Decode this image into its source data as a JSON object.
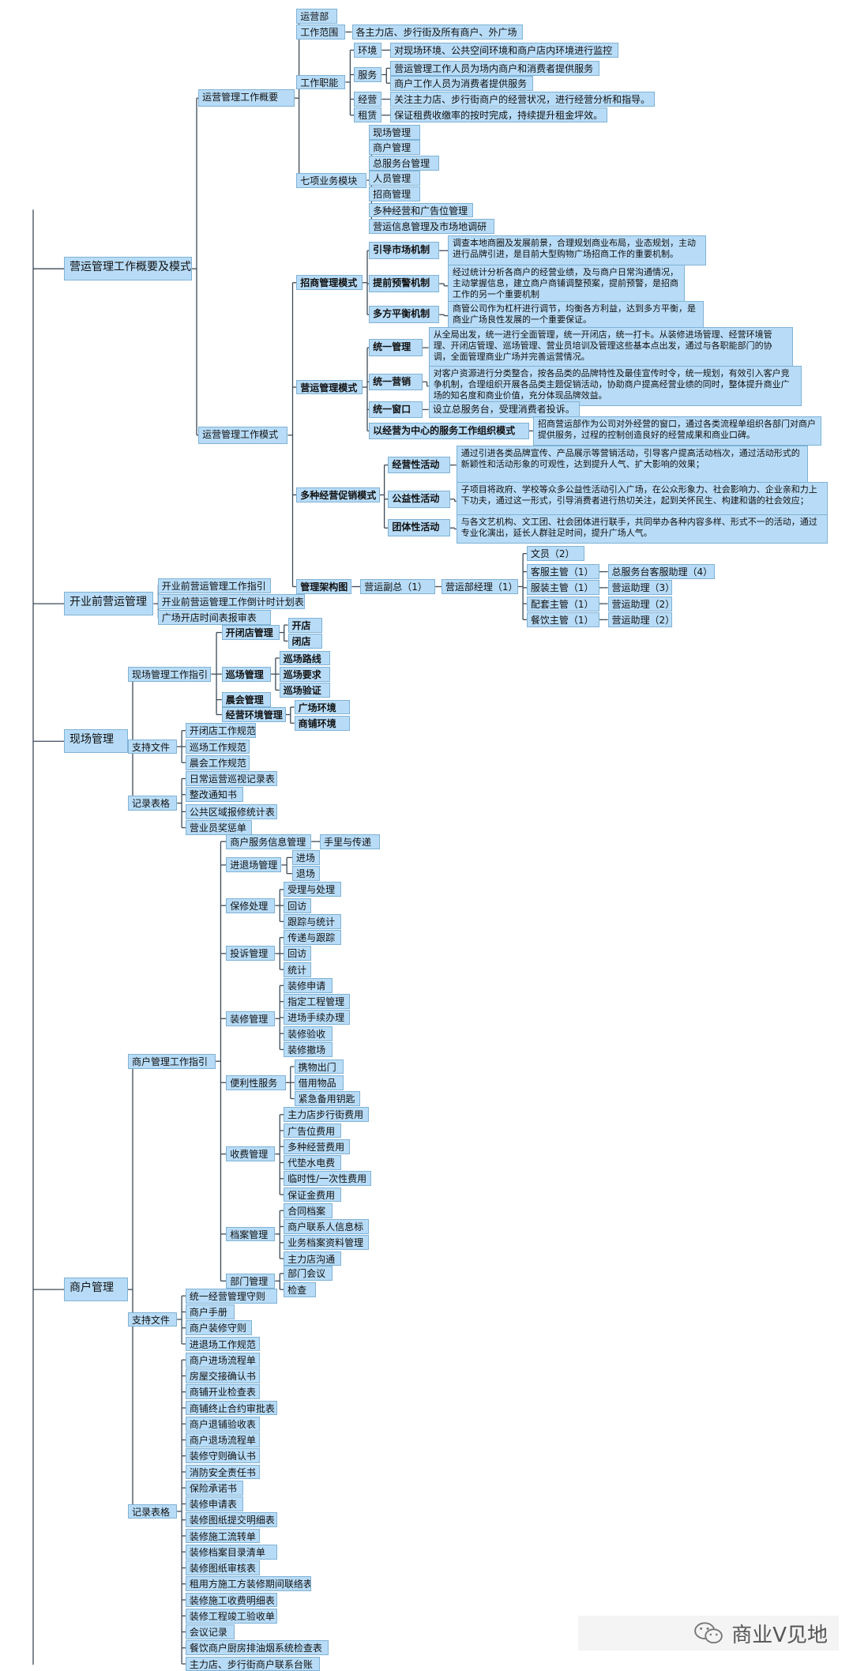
{
  "nodes": [
    {
      "id": "r1",
      "text": "营运管理工作概要及模式",
      "root": true
    },
    {
      "id": "r2",
      "text": "开业前营运管理",
      "root": true
    },
    {
      "id": "r3",
      "text": "现场管理",
      "root": true
    },
    {
      "id": "r4",
      "text": "商户管理",
      "root": true
    },
    {
      "id": "a",
      "text": "运营管理工作概要"
    },
    {
      "id": "a1",
      "text": "运营部"
    },
    {
      "id": "a2",
      "text": "工作范围"
    },
    {
      "id": "a2a",
      "text": "各主力店、步行街及所有商户、外广场"
    },
    {
      "id": "a3",
      "text": "工作职能"
    },
    {
      "id": "a3a",
      "text": "环境"
    },
    {
      "id": "a3a1",
      "text": "对现场环境、公共空间环境和商户店内环境进行监控"
    },
    {
      "id": "a3b",
      "text": "服务"
    },
    {
      "id": "a3b1",
      "text": "营运管理工作人员为场内商户和消费者提供服务"
    },
    {
      "id": "a3b2",
      "text": "商户工作人员为消费者提供服务"
    },
    {
      "id": "a3c",
      "text": "经营"
    },
    {
      "id": "a3c1",
      "text": "关注主力店、步行街商户的经营状况，进行经营分析和指导。"
    },
    {
      "id": "a3d",
      "text": "租赁"
    },
    {
      "id": "a3d1",
      "text": "保证租费收缴率的按时完成，持续提升租金坪效。"
    },
    {
      "id": "a4",
      "text": "七项业务模块"
    },
    {
      "id": "a4a",
      "text": "现场管理"
    },
    {
      "id": "a4b",
      "text": "商户管理"
    },
    {
      "id": "a4c",
      "text": "总服务台管理"
    },
    {
      "id": "a4d",
      "text": "人员管理"
    },
    {
      "id": "a4e",
      "text": "招商管理"
    },
    {
      "id": "a4f",
      "text": "多种经营和广告位管理"
    },
    {
      "id": "a4g",
      "text": "营运信息管理及市场地调研"
    },
    {
      "id": "b",
      "text": "运营管理工作模式"
    },
    {
      "id": "b1",
      "text": "招商管理模式",
      "bold": true
    },
    {
      "id": "b1a",
      "text": "引导市场机制",
      "bold": true
    },
    {
      "id": "b1a1",
      "text": "调查本地商圈及发展前景，合理规划商业布局，业态规划，主动进行品牌引进，是目前大型购物广场招商工作的重要机制。",
      "desc": true
    },
    {
      "id": "b1b",
      "text": "提前预警机制",
      "bold": true
    },
    {
      "id": "b1b1",
      "text": "经过统计分析各商户的经营业绩，及与商户日常沟通情况，主动掌握信息，建立商户商铺调整预案，提前预警，是招商工作的另一个重要机制",
      "desc": true
    },
    {
      "id": "b1c",
      "text": "多方平衡机制",
      "bold": true
    },
    {
      "id": "b1c1",
      "text": "商管公司作为杠杆进行调节，均衡各方利益，达到多方平衡，是商业广场良性发展的一个重要保证。",
      "desc": true
    },
    {
      "id": "b2",
      "text": "营运管理模式",
      "bold": true
    },
    {
      "id": "b2a",
      "text": "统一管理",
      "bold": true
    },
    {
      "id": "b2a1",
      "text": "从全局出发，统一进行全面管理，统一开闭店，统一打卡。从装修进场管理、经营环境管理、开闭店管理、巡场管理、营业员培训及管理这些基本点出发，通过与各职能部门的协调，全面管理商业广场并完善运营情况。",
      "desc": true
    },
    {
      "id": "b2b",
      "text": "统一营销",
      "bold": true
    },
    {
      "id": "b2b1",
      "text": "对客户资源进行分类整合，按各品类的品牌特性及最佳宣传时令，统一规划，有效引入客户竞争机制，合理组织开展各品类主题促销活动，协助商户提高经营业绩的同时，整体提升商业广场的知名度和商业价值，充分体现品牌效益。",
      "desc": true
    },
    {
      "id": "b2c",
      "text": "统一窗口",
      "bold": true
    },
    {
      "id": "b2c1",
      "text": "设立总服务台，受理消费者投诉。"
    },
    {
      "id": "b2d",
      "text": "以经营为中心的服务工作组织模式",
      "bold": true
    },
    {
      "id": "b2d1",
      "text": "招商营运部作为公司对外经营的窗口，通过各类流程单组织各部门对商户提供服务，过程的控制创造良好的经营成果和商业口碑。",
      "desc": true
    },
    {
      "id": "b3",
      "text": "多种经营促销模式",
      "bold": true
    },
    {
      "id": "b3a",
      "text": "经营性活动",
      "bold": true
    },
    {
      "id": "b3a1",
      "text": "通过引进各类品牌宣传、产品展示等营销活动，引导客户提高活动档次，通过活动形式的新颖性和活动形象的可观性，达到提升人气、扩大影响的效果；",
      "desc": true
    },
    {
      "id": "b3b",
      "text": "公益性活动",
      "bold": true
    },
    {
      "id": "b3b1",
      "text": "子项目将政府、学校等众多公益性活动引入广场，在公众形象力、社会影响力、企业亲和力上下功夫，通过这一形式，引导消费者进行热切关注，起到关怀民生、构建和谐的社会效应；",
      "desc": true
    },
    {
      "id": "b3c",
      "text": "团体性活动",
      "bold": true
    },
    {
      "id": "b3c1",
      "text": "与各文艺机构、文工团、社会团体进行联手，共同举办各种内容多样、形式不一的活动，通过专业化演出，延长人群驻足时间，提升广场人气。",
      "desc": true
    },
    {
      "id": "b4",
      "text": "管理架构图",
      "bold": true
    },
    {
      "id": "b4a",
      "text": "营运副总（1）"
    },
    {
      "id": "b4b",
      "text": "营运部经理（1）"
    },
    {
      "id": "b4c",
      "text": "文员（2）"
    },
    {
      "id": "b4d",
      "text": "客服主管（1）"
    },
    {
      "id": "b4d1",
      "text": "总服务台客服助理（4）"
    },
    {
      "id": "b4e",
      "text": "服装主管（1）"
    },
    {
      "id": "b4e1",
      "text": "营运助理（3）"
    },
    {
      "id": "b4f",
      "text": "配套主管（1）"
    },
    {
      "id": "b4f1",
      "text": "营运助理（2）"
    },
    {
      "id": "b4g",
      "text": "餐饮主管（1）"
    },
    {
      "id": "b4g1",
      "text": "营运助理（2）"
    },
    {
      "id": "c1",
      "text": "开业前营运管理工作指引"
    },
    {
      "id": "c2",
      "text": "开业前营运管理工作倒计时计划表"
    },
    {
      "id": "c3",
      "text": "广场开店时间表报审表"
    },
    {
      "id": "d1",
      "text": "现场管理工作指引"
    },
    {
      "id": "d1a",
      "text": "开闭店管理",
      "bold": true
    },
    {
      "id": "d1a1",
      "text": "开店",
      "bold": true
    },
    {
      "id": "d1a2",
      "text": "闭店",
      "bold": true
    },
    {
      "id": "d1b",
      "text": "巡场管理",
      "bold": true
    },
    {
      "id": "d1b1",
      "text": "巡场路线",
      "bold": true
    },
    {
      "id": "d1b2",
      "text": "巡场要求",
      "bold": true
    },
    {
      "id": "d1b3",
      "text": "巡场验证",
      "bold": true
    },
    {
      "id": "d1c",
      "text": "晨会管理",
      "bold": true
    },
    {
      "id": "d1d",
      "text": "经营环境管理",
      "bold": true
    },
    {
      "id": "d1d1",
      "text": "广场环境",
      "bold": true
    },
    {
      "id": "d1d2",
      "text": "商铺环境",
      "bold": true
    },
    {
      "id": "d2",
      "text": "支持文件"
    },
    {
      "id": "d2a",
      "text": "开闭店工作规范"
    },
    {
      "id": "d2b",
      "text": "巡场工作规范"
    },
    {
      "id": "d2c",
      "text": "晨会工作规范"
    },
    {
      "id": "d3",
      "text": "记录表格"
    },
    {
      "id": "d3a",
      "text": "日常运营巡视记录表"
    },
    {
      "id": "d3b",
      "text": "整改通知书"
    },
    {
      "id": "d3c",
      "text": "公共区域报修统计表"
    },
    {
      "id": "d3d",
      "text": "营业员奖惩单"
    },
    {
      "id": "e1",
      "text": "商户管理工作指引"
    },
    {
      "id": "e1a",
      "text": "商户服务信息管理"
    },
    {
      "id": "e1a1",
      "text": "手里与传递"
    },
    {
      "id": "e1b",
      "text": "进退场管理"
    },
    {
      "id": "e1b1",
      "text": "进场"
    },
    {
      "id": "e1b2",
      "text": "退场"
    },
    {
      "id": "e1c",
      "text": "保修处理"
    },
    {
      "id": "e1c1",
      "text": "受理与处理"
    },
    {
      "id": "e1c2",
      "text": "回访"
    },
    {
      "id": "e1c3",
      "text": "跟踪与统计"
    },
    {
      "id": "e1d",
      "text": "投诉管理"
    },
    {
      "id": "e1d1",
      "text": "传递与跟踪"
    },
    {
      "id": "e1d2",
      "text": "回访"
    },
    {
      "id": "e1d3",
      "text": "统计"
    },
    {
      "id": "e1e",
      "text": "装修管理"
    },
    {
      "id": "e1e1",
      "text": "装修申请"
    },
    {
      "id": "e1e2",
      "text": "指定工程管理"
    },
    {
      "id": "e1e3",
      "text": "进场手续办理"
    },
    {
      "id": "e1e4",
      "text": "装修验收"
    },
    {
      "id": "e1e5",
      "text": "装修撤场"
    },
    {
      "id": "e1f",
      "text": "便利性服务"
    },
    {
      "id": "e1f1",
      "text": "携物出门"
    },
    {
      "id": "e1f2",
      "text": "借用物品"
    },
    {
      "id": "e1f3",
      "text": "紧急备用钥匙"
    },
    {
      "id": "e1g",
      "text": "收费管理"
    },
    {
      "id": "e1g1",
      "text": "主力店步行街费用"
    },
    {
      "id": "e1g2",
      "text": "广告位费用"
    },
    {
      "id": "e1g3",
      "text": "多种经营费用"
    },
    {
      "id": "e1g4",
      "text": "代垫水电费"
    },
    {
      "id": "e1g5",
      "text": "临时性/一次性费用"
    },
    {
      "id": "e1g6",
      "text": "保证金费用"
    },
    {
      "id": "e1h",
      "text": "档案管理"
    },
    {
      "id": "e1h1",
      "text": "合同档案"
    },
    {
      "id": "e1h2",
      "text": "商户联系人信息标"
    },
    {
      "id": "e1h3",
      "text": "业务档案资料管理"
    },
    {
      "id": "e1h4",
      "text": "主力店沟通"
    },
    {
      "id": "e1i",
      "text": "部门管理"
    },
    {
      "id": "e1i1",
      "text": "部门会议"
    },
    {
      "id": "e1i2",
      "text": "检查"
    },
    {
      "id": "e2",
      "text": "支持文件"
    },
    {
      "id": "e2a",
      "text": "统一经营管理守则"
    },
    {
      "id": "e2b",
      "text": "商户手册"
    },
    {
      "id": "e2c",
      "text": "商户装修守则"
    },
    {
      "id": "e2d",
      "text": "进退场工作规范"
    },
    {
      "id": "e3",
      "text": "记录表格"
    },
    {
      "id": "e3a",
      "text": "商户进场流程单"
    },
    {
      "id": "e3b",
      "text": "房屋交接确认书"
    },
    {
      "id": "e3c",
      "text": "商铺开业检查表"
    },
    {
      "id": "e3d",
      "text": "商铺终止合约审批表"
    },
    {
      "id": "e3e",
      "text": "商户退铺验收表"
    },
    {
      "id": "e3f",
      "text": "商户退场流程单"
    },
    {
      "id": "e3g",
      "text": "装修守则确认书"
    },
    {
      "id": "e3h",
      "text": "消防安全责任书"
    },
    {
      "id": "e3i",
      "text": "保险承诺书"
    },
    {
      "id": "e3j",
      "text": "装修申请表"
    },
    {
      "id": "e3k",
      "text": "装修图纸提交明细表"
    },
    {
      "id": "e3l",
      "text": "装修施工流转单"
    },
    {
      "id": "e3m",
      "text": "装修档案目录清单"
    },
    {
      "id": "e3n",
      "text": "装修图纸审核表"
    },
    {
      "id": "e3o",
      "text": "租用方施工方装修期间联络表"
    },
    {
      "id": "e3p",
      "text": "装修施工收费明细表"
    },
    {
      "id": "e3q",
      "text": "装修工程竣工验收单"
    },
    {
      "id": "e3r",
      "text": "会议记录"
    },
    {
      "id": "e3s",
      "text": "餐饮商户厨房排油烟系统检查表"
    },
    {
      "id": "e3t",
      "text": "主力店、步行街商户联系台账"
    }
  ],
  "edges": [
    [
      "r1",
      "a"
    ],
    [
      "r1",
      "b"
    ],
    [
      "a",
      "a1"
    ],
    [
      "a",
      "a2"
    ],
    [
      "a",
      "a3"
    ],
    [
      "a",
      "a4"
    ],
    [
      "a2",
      "a2a"
    ],
    [
      "a3",
      "a3a"
    ],
    [
      "a3",
      "a3b"
    ],
    [
      "a3",
      "a3c"
    ],
    [
      "a3",
      "a3d"
    ],
    [
      "a3a",
      "a3a1"
    ],
    [
      "a3b",
      "a3b1"
    ],
    [
      "a3b",
      "a3b2"
    ],
    [
      "a3c",
      "a3c1"
    ],
    [
      "a3d",
      "a3d1"
    ],
    [
      "a4",
      "a4a"
    ],
    [
      "a4",
      "a4b"
    ],
    [
      "a4",
      "a4c"
    ],
    [
      "a4",
      "a4d"
    ],
    [
      "a4",
      "a4e"
    ],
    [
      "a4",
      "a4f"
    ],
    [
      "a4",
      "a4g"
    ],
    [
      "b",
      "b1"
    ],
    [
      "b",
      "b2"
    ],
    [
      "b",
      "b3"
    ],
    [
      "b",
      "b4"
    ],
    [
      "b1",
      "b1a"
    ],
    [
      "b1",
      "b1b"
    ],
    [
      "b1",
      "b1c"
    ],
    [
      "b1a",
      "b1a1"
    ],
    [
      "b1b",
      "b1b1"
    ],
    [
      "b1c",
      "b1c1"
    ],
    [
      "b2",
      "b2a"
    ],
    [
      "b2",
      "b2b"
    ],
    [
      "b2",
      "b2c"
    ],
    [
      "b2",
      "b2d"
    ],
    [
      "b2a",
      "b2a1"
    ],
    [
      "b2b",
      "b2b1"
    ],
    [
      "b2c",
      "b2c1"
    ],
    [
      "b2d",
      "b2d1"
    ],
    [
      "b3",
      "b3a"
    ],
    [
      "b3",
      "b3b"
    ],
    [
      "b3",
      "b3c"
    ],
    [
      "b3a",
      "b3a1"
    ],
    [
      "b3b",
      "b3b1"
    ],
    [
      "b3c",
      "b3c1"
    ],
    [
      "b4",
      "b4a"
    ],
    [
      "b4a",
      "b4b"
    ],
    [
      "b4b",
      "b4c"
    ],
    [
      "b4b",
      "b4d"
    ],
    [
      "b4b",
      "b4e"
    ],
    [
      "b4b",
      "b4f"
    ],
    [
      "b4b",
      "b4g"
    ],
    [
      "b4d",
      "b4d1"
    ],
    [
      "b4e",
      "b4e1"
    ],
    [
      "b4f",
      "b4f1"
    ],
    [
      "b4g",
      "b4g1"
    ],
    [
      "r2",
      "c1"
    ],
    [
      "r2",
      "c2"
    ],
    [
      "r2",
      "c3"
    ],
    [
      "r3",
      "d1"
    ],
    [
      "r3",
      "d2"
    ],
    [
      "r3",
      "d3"
    ],
    [
      "d1",
      "d1a"
    ],
    [
      "d1",
      "d1b"
    ],
    [
      "d1",
      "d1c"
    ],
    [
      "d1",
      "d1d"
    ],
    [
      "d1a",
      "d1a1"
    ],
    [
      "d1a",
      "d1a2"
    ],
    [
      "d1b",
      "d1b1"
    ],
    [
      "d1b",
      "d1b2"
    ],
    [
      "d1b",
      "d1b3"
    ],
    [
      "d1d",
      "d1d1"
    ],
    [
      "d1d",
      "d1d2"
    ],
    [
      "d2",
      "d2a"
    ],
    [
      "d2",
      "d2b"
    ],
    [
      "d2",
      "d2c"
    ],
    [
      "d3",
      "d3a"
    ],
    [
      "d3",
      "d3b"
    ],
    [
      "d3",
      "d3c"
    ],
    [
      "d3",
      "d3d"
    ],
    [
      "r4",
      "e1"
    ],
    [
      "r4",
      "e2"
    ],
    [
      "r4",
      "e3"
    ],
    [
      "e1",
      "e1a"
    ],
    [
      "e1",
      "e1b"
    ],
    [
      "e1",
      "e1c"
    ],
    [
      "e1",
      "e1d"
    ],
    [
      "e1",
      "e1e"
    ],
    [
      "e1",
      "e1f"
    ],
    [
      "e1",
      "e1g"
    ],
    [
      "e1",
      "e1h"
    ],
    [
      "e1",
      "e1i"
    ],
    [
      "e1a",
      "e1a1"
    ],
    [
      "e1b",
      "e1b1"
    ],
    [
      "e1b",
      "e1b2"
    ],
    [
      "e1c",
      "e1c1"
    ],
    [
      "e1c",
      "e1c2"
    ],
    [
      "e1c",
      "e1c3"
    ],
    [
      "e1d",
      "e1d1"
    ],
    [
      "e1d",
      "e1d2"
    ],
    [
      "e1d",
      "e1d3"
    ],
    [
      "e1e",
      "e1e1"
    ],
    [
      "e1e",
      "e1e2"
    ],
    [
      "e1e",
      "e1e3"
    ],
    [
      "e1e",
      "e1e4"
    ],
    [
      "e1e",
      "e1e5"
    ],
    [
      "e1f",
      "e1f1"
    ],
    [
      "e1f",
      "e1f2"
    ],
    [
      "e1f",
      "e1f3"
    ],
    [
      "e1g",
      "e1g1"
    ],
    [
      "e1g",
      "e1g2"
    ],
    [
      "e1g",
      "e1g3"
    ],
    [
      "e1g",
      "e1g4"
    ],
    [
      "e1g",
      "e1g5"
    ],
    [
      "e1g",
      "e1g6"
    ],
    [
      "e1h",
      "e1h1"
    ],
    [
      "e1h",
      "e1h2"
    ],
    [
      "e1h",
      "e1h3"
    ],
    [
      "e1h",
      "e1h4"
    ],
    [
      "e1i",
      "e1i1"
    ],
    [
      "e1i",
      "e1i2"
    ],
    [
      "e2",
      "e2a"
    ],
    [
      "e2",
      "e2b"
    ],
    [
      "e2",
      "e2c"
    ],
    [
      "e2",
      "e2d"
    ],
    [
      "e3",
      "e3a"
    ],
    [
      "e3",
      "e3b"
    ],
    [
      "e3",
      "e3c"
    ],
    [
      "e3",
      "e3d"
    ],
    [
      "e3",
      "e3e"
    ],
    [
      "e3",
      "e3f"
    ],
    [
      "e3",
      "e3g"
    ],
    [
      "e3",
      "e3h"
    ],
    [
      "e3",
      "e3i"
    ],
    [
      "e3",
      "e3j"
    ],
    [
      "e3",
      "e3k"
    ],
    [
      "e3",
      "e3l"
    ],
    [
      "e3",
      "e3m"
    ],
    [
      "e3",
      "e3n"
    ],
    [
      "e3",
      "e3o"
    ],
    [
      "e3",
      "e3p"
    ],
    [
      "e3",
      "e3q"
    ],
    [
      "e3",
      "e3r"
    ],
    [
      "e3",
      "e3s"
    ],
    [
      "e3",
      "e3t"
    ]
  ],
  "watermark": {
    "text": "商业V见地",
    "icon": "wechat-icon"
  },
  "colors": {
    "node_fill": "#b8dcf7",
    "node_border": "#7fb2d6",
    "line": "#3c4a57",
    "text": "#111111"
  }
}
